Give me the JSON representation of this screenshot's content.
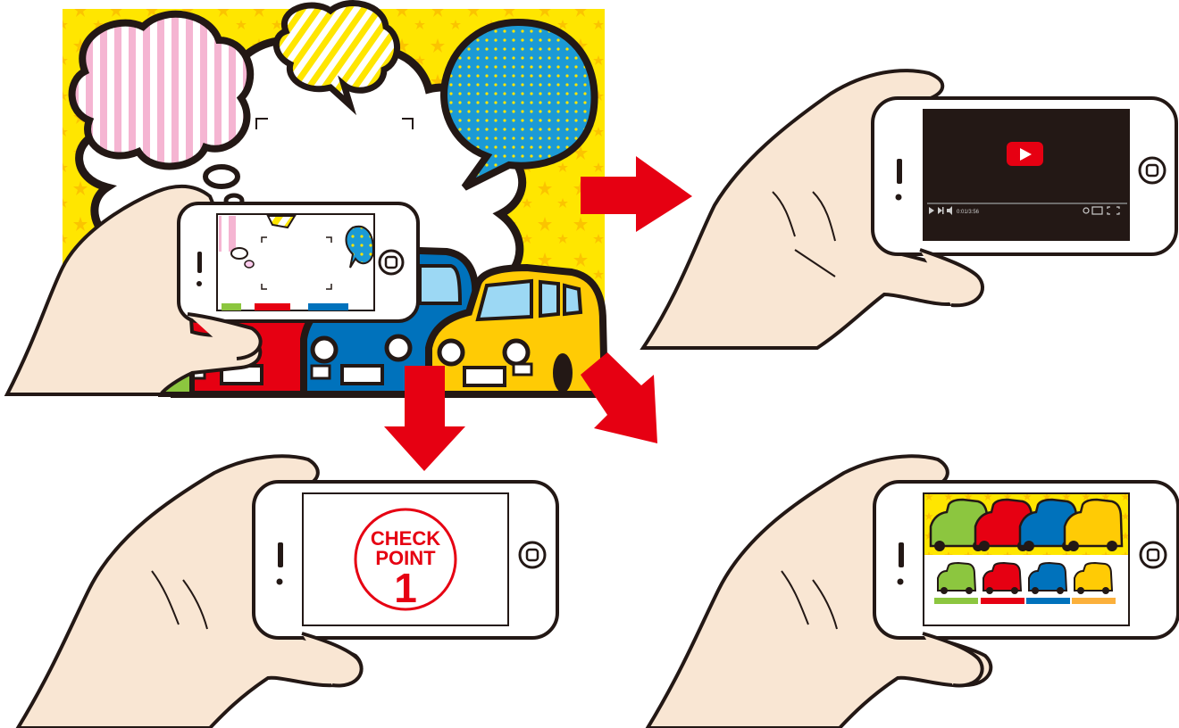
{
  "video_player": {
    "timecode": "0:01/3:56"
  },
  "checkpoint": {
    "line1": "CHECK",
    "line2": "POINT",
    "number": "1"
  },
  "colors": {
    "poster_background": "#ffe600",
    "arrow": "#e60012",
    "car_green": "#8cc63f",
    "car_red": "#e60012",
    "car_blue": "#0072bc",
    "car_yellow": "#ffcb05",
    "skin": "#f9e6d3",
    "video_screen": "#231815",
    "youtube_red": "#e60012"
  },
  "icons": {
    "play": "play-icon",
    "home_button": "home-button-icon"
  }
}
